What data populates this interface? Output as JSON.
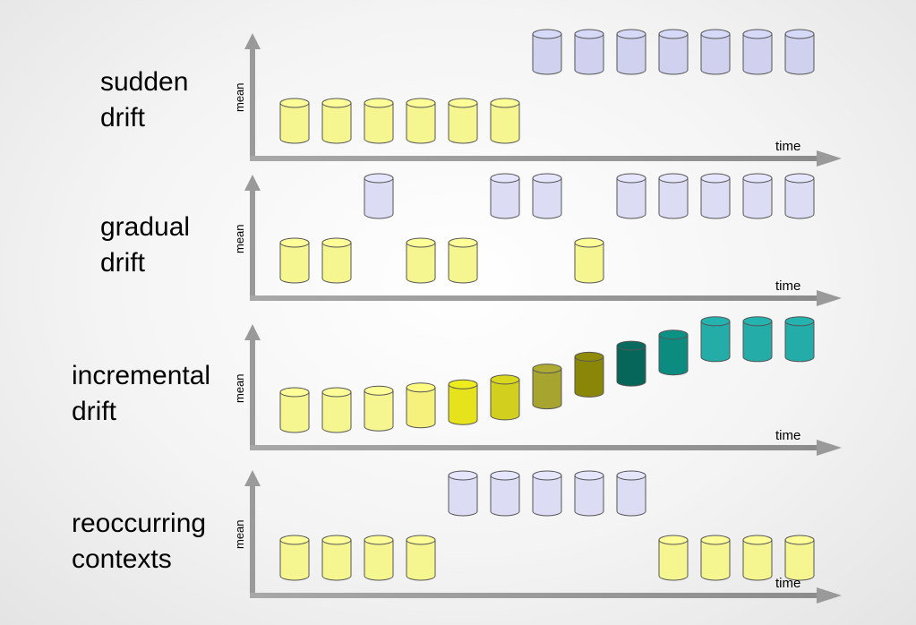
{
  "axis_labels": {
    "y": "mean",
    "x": "time"
  },
  "colors": {
    "old": "#f6f691",
    "new": "#d4d6f0",
    "axis": "#9a9a9a"
  },
  "panels": [
    {
      "label_lines": [
        "sudden",
        "drift"
      ],
      "cylinders": [
        {
          "pos": 1,
          "level": "low",
          "color": "#f6f691"
        },
        {
          "pos": 2,
          "level": "low",
          "color": "#f6f691"
        },
        {
          "pos": 3,
          "level": "low",
          "color": "#f6f691"
        },
        {
          "pos": 4,
          "level": "low",
          "color": "#f6f691"
        },
        {
          "pos": 5,
          "level": "low",
          "color": "#f6f691"
        },
        {
          "pos": 6,
          "level": "low",
          "color": "#f6f691"
        },
        {
          "pos": 7,
          "level": "high",
          "color": "#cfd1ee"
        },
        {
          "pos": 8,
          "level": "high",
          "color": "#cfd1ee"
        },
        {
          "pos": 9,
          "level": "high",
          "color": "#cfd1ee"
        },
        {
          "pos": 10,
          "level": "high",
          "color": "#cfd1ee"
        },
        {
          "pos": 11,
          "level": "high",
          "color": "#cfd1ee"
        },
        {
          "pos": 12,
          "level": "high",
          "color": "#cfd1ee"
        },
        {
          "pos": 13,
          "level": "high",
          "color": "#cfd1ee"
        }
      ]
    },
    {
      "label_lines": [
        "gradual",
        "drift"
      ],
      "cylinders": [
        {
          "pos": 1,
          "level": "low",
          "color": "#f6f691"
        },
        {
          "pos": 2,
          "level": "low",
          "color": "#f6f691"
        },
        {
          "pos": 3,
          "level": "high",
          "color": "#dcddf4"
        },
        {
          "pos": 4,
          "level": "low",
          "color": "#f6f691"
        },
        {
          "pos": 5,
          "level": "low",
          "color": "#f6f691"
        },
        {
          "pos": 6,
          "level": "high",
          "color": "#dcddf4"
        },
        {
          "pos": 7,
          "level": "high",
          "color": "#dcddf4"
        },
        {
          "pos": 8,
          "level": "low",
          "color": "#f6f691"
        },
        {
          "pos": 9,
          "level": "high",
          "color": "#dcddf4"
        },
        {
          "pos": 10,
          "level": "high",
          "color": "#dcddf4"
        },
        {
          "pos": 11,
          "level": "high",
          "color": "#dcddf4"
        },
        {
          "pos": 12,
          "level": "high",
          "color": "#dcddf4"
        },
        {
          "pos": 13,
          "level": "high",
          "color": "#dcddf4"
        }
      ]
    },
    {
      "label_lines": [
        "incremental",
        "drift"
      ],
      "cylinders": [
        {
          "pos": 1,
          "level": 0.0,
          "color": "#f6f691"
        },
        {
          "pos": 2,
          "level": 0.0,
          "color": "#f6f691"
        },
        {
          "pos": 3,
          "level": 0.02,
          "color": "#f6f691"
        },
        {
          "pos": 4,
          "level": 0.06,
          "color": "#f6f17c"
        },
        {
          "pos": 5,
          "level": 0.1,
          "color": "#e6e31c"
        },
        {
          "pos": 6,
          "level": 0.16,
          "color": "#d2cf1e"
        },
        {
          "pos": 7,
          "level": 0.3,
          "color": "#a8a430"
        },
        {
          "pos": 8,
          "level": 0.45,
          "color": "#8a8708"
        },
        {
          "pos": 9,
          "level": 0.59,
          "color": "#06665a"
        },
        {
          "pos": 10,
          "level": 0.73,
          "color": "#0c8c80"
        },
        {
          "pos": 11,
          "level": 0.9,
          "color": "#24aca8"
        },
        {
          "pos": 12,
          "level": 0.9,
          "color": "#24aca8"
        },
        {
          "pos": 13,
          "level": 0.9,
          "color": "#24aca8"
        }
      ]
    },
    {
      "label_lines": [
        "reoccurring",
        "contexts"
      ],
      "cylinders": [
        {
          "pos": 1,
          "level": "low",
          "color": "#f6f691"
        },
        {
          "pos": 2,
          "level": "low",
          "color": "#f6f691"
        },
        {
          "pos": 3,
          "level": "low",
          "color": "#f6f691"
        },
        {
          "pos": 4,
          "level": "low",
          "color": "#f6f691"
        },
        {
          "pos": 5,
          "level": "high",
          "color": "#dcddf4"
        },
        {
          "pos": 6,
          "level": "high",
          "color": "#dcddf4"
        },
        {
          "pos": 7,
          "level": "high",
          "color": "#dcddf4"
        },
        {
          "pos": 8,
          "level": "high",
          "color": "#dcddf4"
        },
        {
          "pos": 9,
          "level": "high",
          "color": "#dcddf4"
        },
        {
          "pos": 10,
          "level": "low",
          "color": "#f6f691"
        },
        {
          "pos": 11,
          "level": "low",
          "color": "#f6f691"
        },
        {
          "pos": 12,
          "level": "low",
          "color": "#f6f691"
        },
        {
          "pos": 13,
          "level": "low",
          "color": "#f6f691"
        }
      ]
    }
  ]
}
